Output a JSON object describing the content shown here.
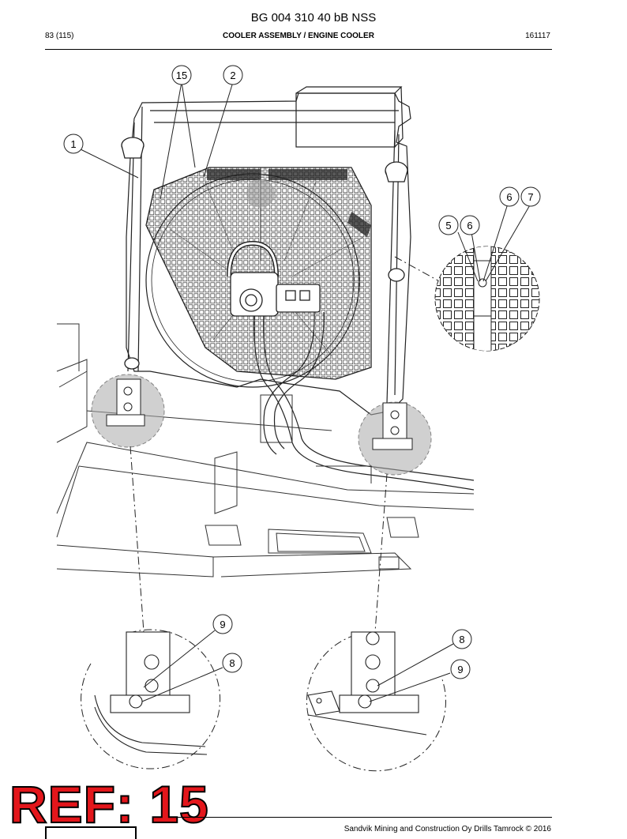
{
  "document": {
    "title": "BG 004 310 40 bB NSS",
    "page_counter": "83 (115)",
    "section_title": "COOLER ASSEMBLY / ENGINE COOLER",
    "date_code": "161117"
  },
  "callouts": {
    "c15": "15",
    "c2": "2",
    "c1": "1",
    "c6a": "6",
    "c7": "7",
    "c5": "5",
    "c6b": "6",
    "c9a": "9",
    "c8a": "8",
    "c8b": "8",
    "c9b": "9"
  },
  "stamp": {
    "text": "REF: 15",
    "color": "#e3161b"
  },
  "footer": {
    "text": "Sandvik Mining and Construction Oy Drills Tamrock © 2016"
  }
}
